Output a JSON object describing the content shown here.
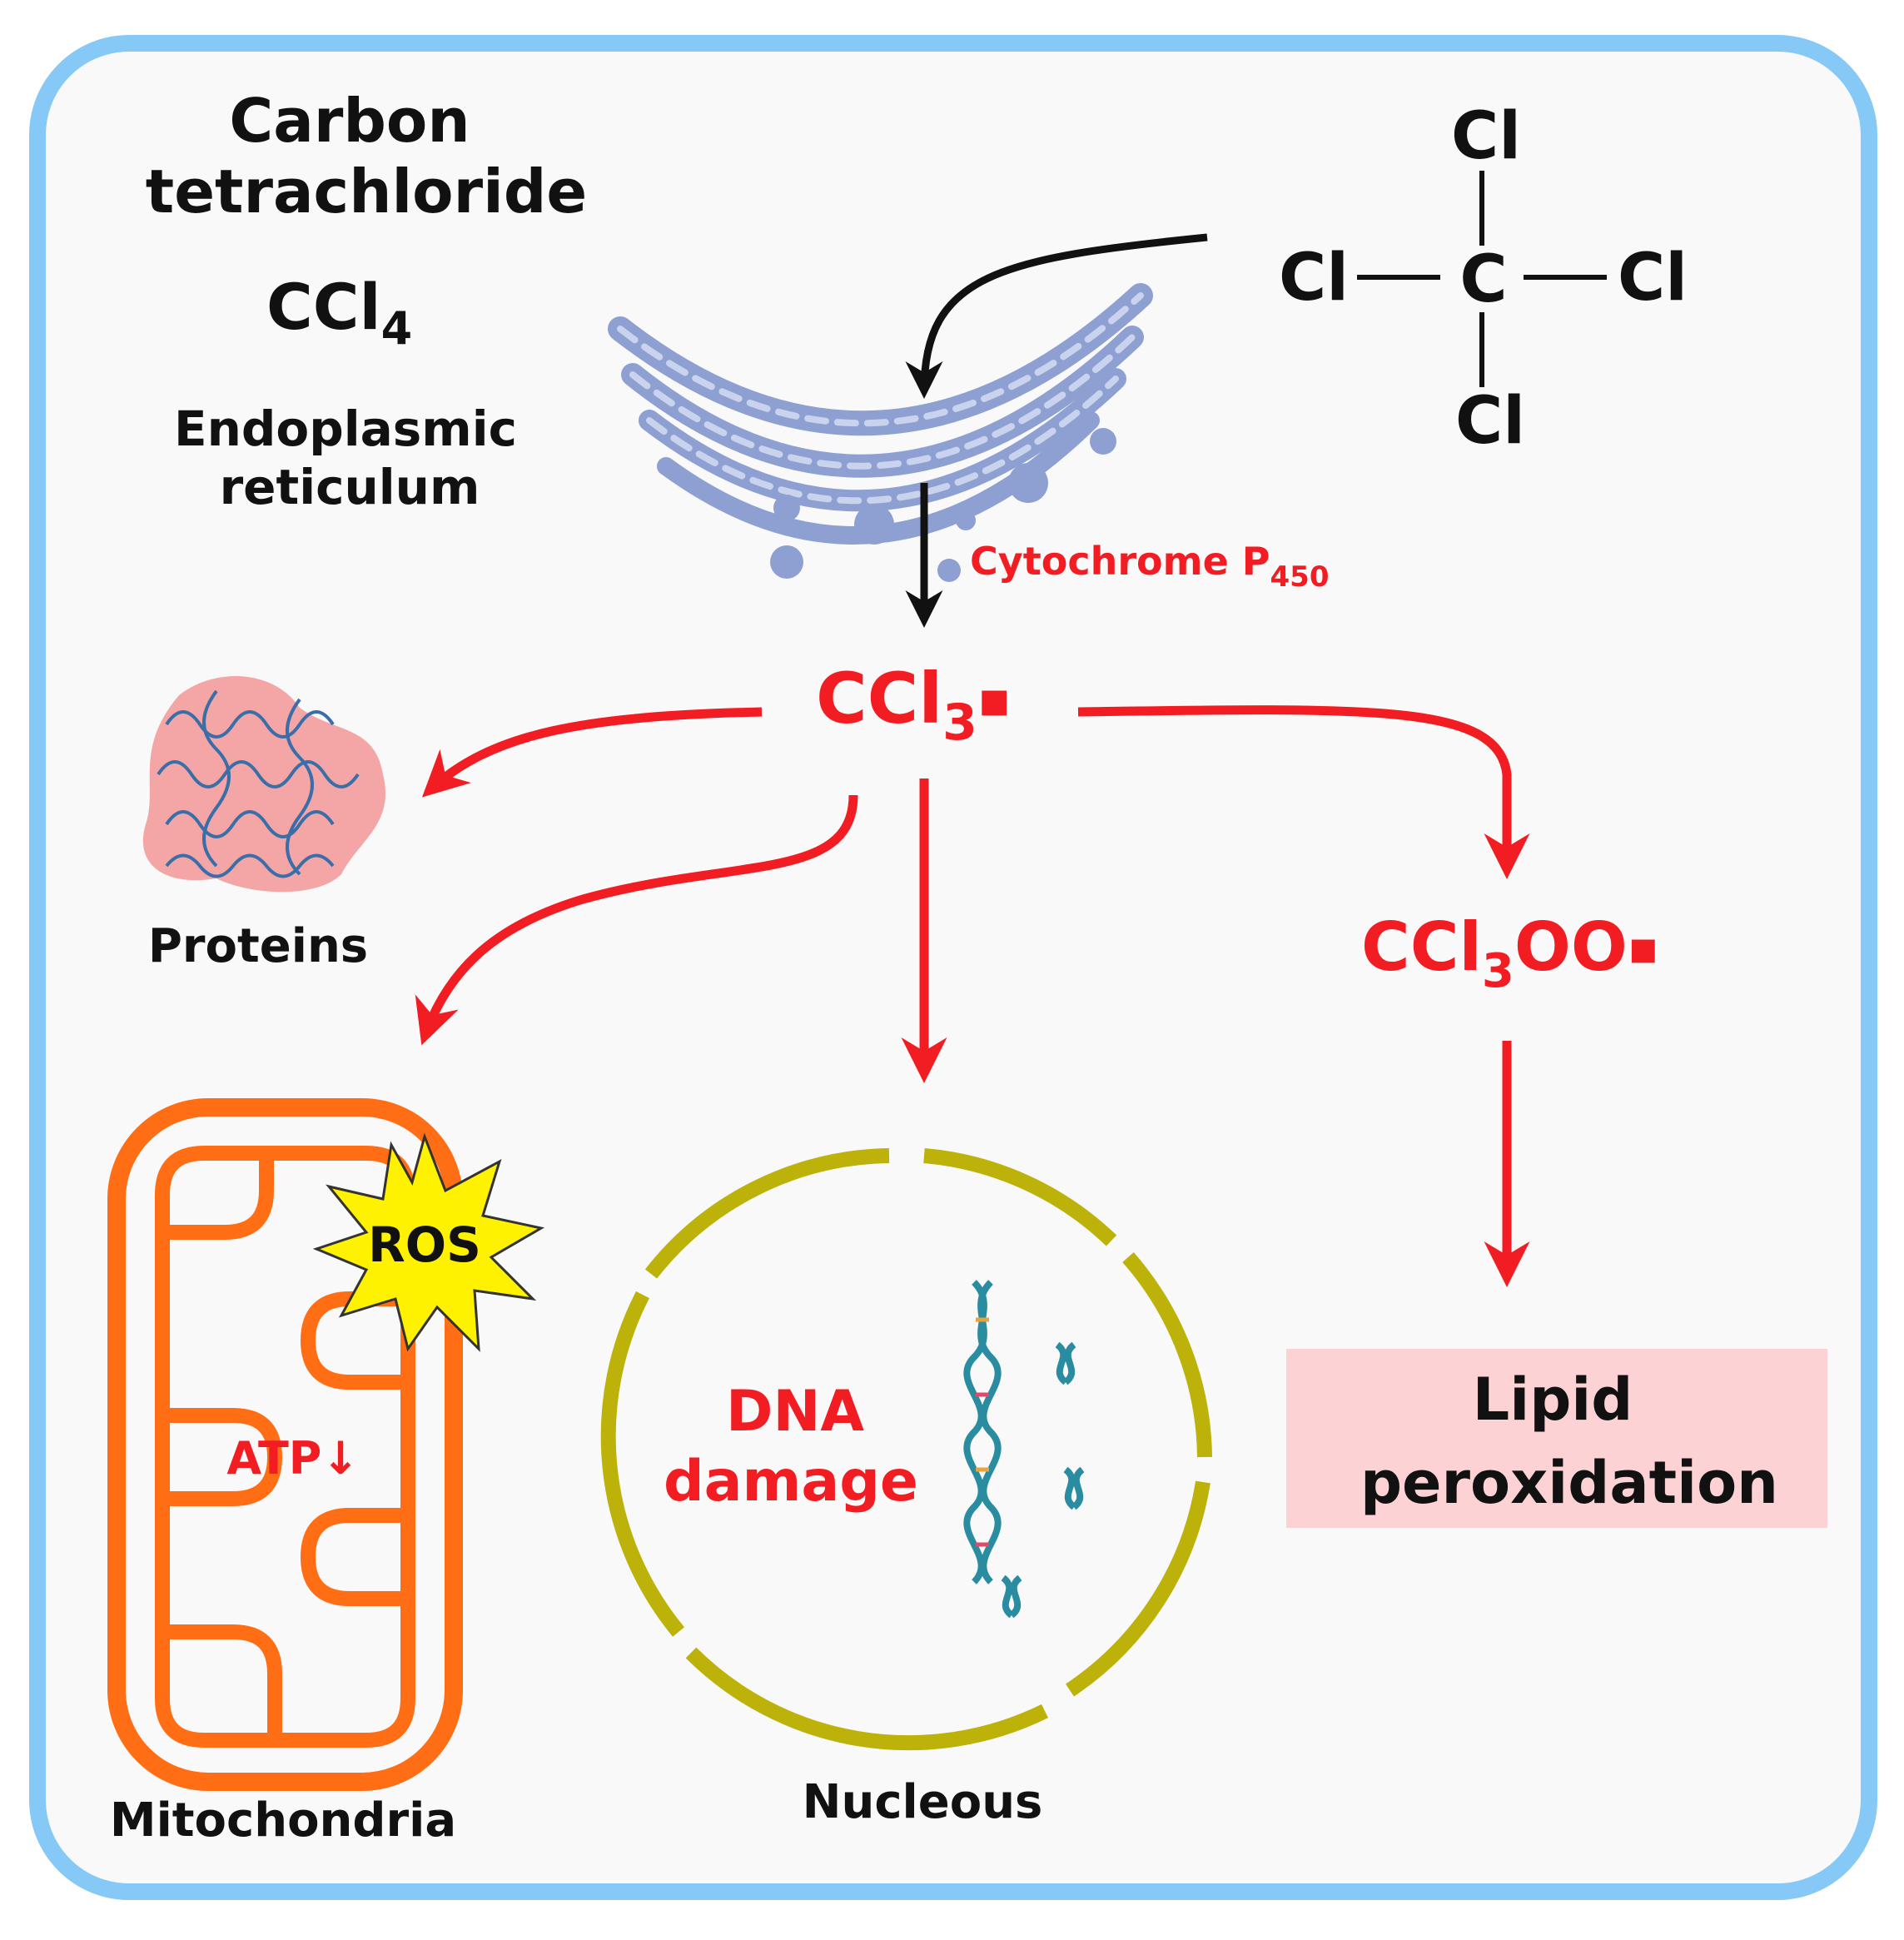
{
  "colors": {
    "frame": "#86c8f6",
    "background": "#f9f9f9",
    "black": "#111111",
    "red": "#f21d23",
    "orange": "#ff6e14",
    "nucleus": "#bcb20a",
    "er": "#8ea0d2",
    "protein": "#f4a6a6",
    "dna": "#2a8ca0",
    "ros_burst": "#fff200",
    "lipid_box": "#fdd2d4"
  },
  "compound": {
    "name_line1": "Carbon",
    "name_line2": "tetrachloride",
    "formula_main": "CCl",
    "formula_sub": "4"
  },
  "structure": {
    "top": "Cl",
    "left": "Cl",
    "center": "C",
    "right": "Cl",
    "bottom": "Cl"
  },
  "organelles": {
    "er_line1": "Endoplasmic",
    "er_line2": "reticulum",
    "proteins": "Proteins",
    "mitochondria": "Mitochondria",
    "nucleus": "Nucleous"
  },
  "enzyme": {
    "main": "Cytochrome P",
    "sub": "450"
  },
  "radicals": {
    "ccl3_main": "CCl",
    "ccl3_sub": "3",
    "ccl3_mark": "▪",
    "ccl3oo_pre": "CCl",
    "ccl3oo_sub": "3",
    "ccl3oo_post": "OO",
    "ccl3oo_mark": "▪"
  },
  "effects": {
    "ros": "ROS",
    "atp": "ATP↓",
    "dna_line1": "DNA",
    "dna_line2": "damage",
    "lipid_line1": "Lipid",
    "lipid_line2": "peroxidation"
  }
}
